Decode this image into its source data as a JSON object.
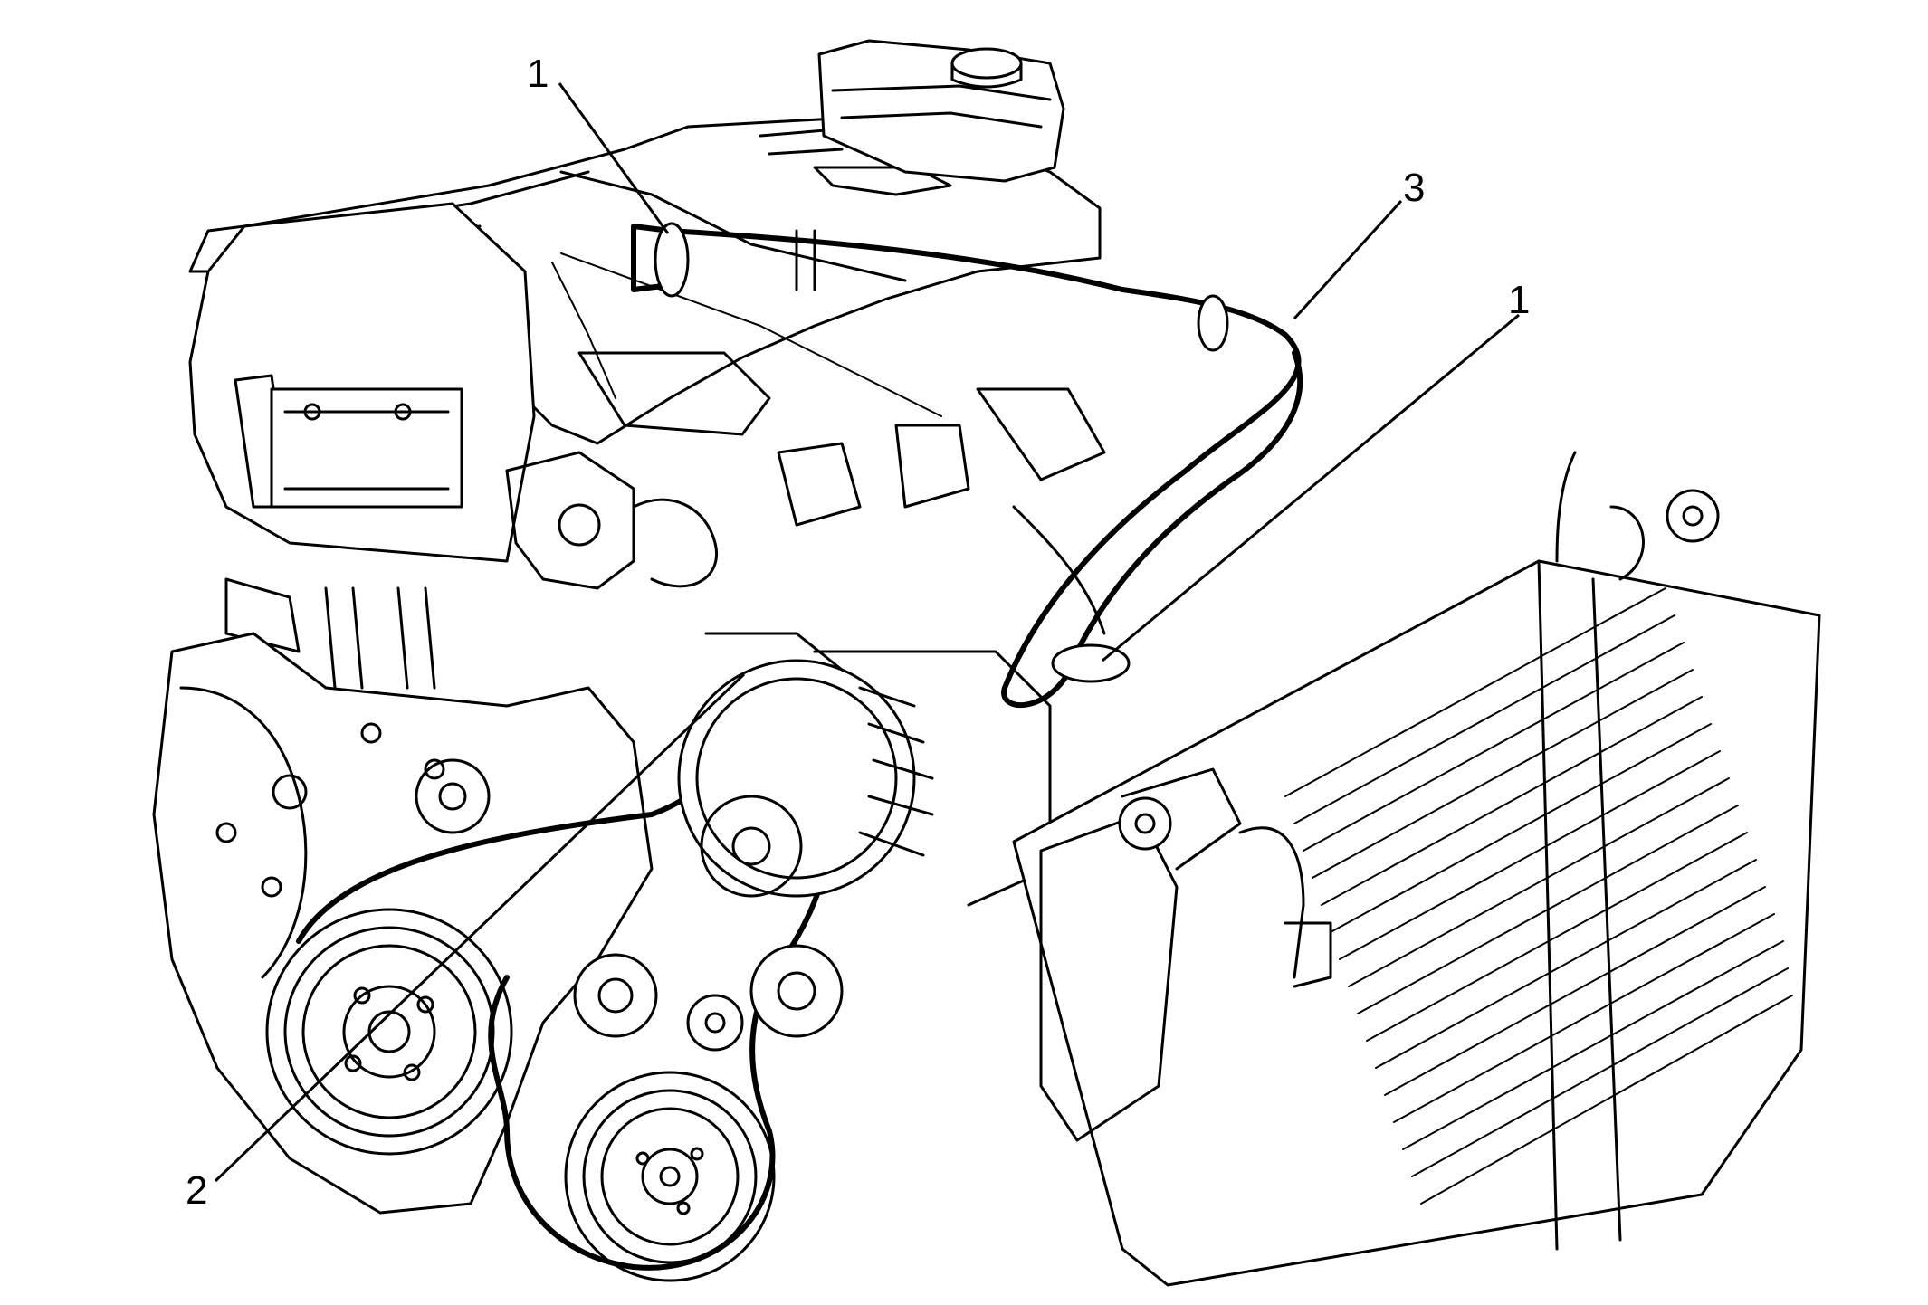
{
  "callouts": [
    {
      "id": "c1a",
      "label": "1"
    },
    {
      "id": "c1b",
      "label": "1"
    },
    {
      "id": "c2",
      "label": "2"
    },
    {
      "id": "c3",
      "label": "3"
    }
  ]
}
